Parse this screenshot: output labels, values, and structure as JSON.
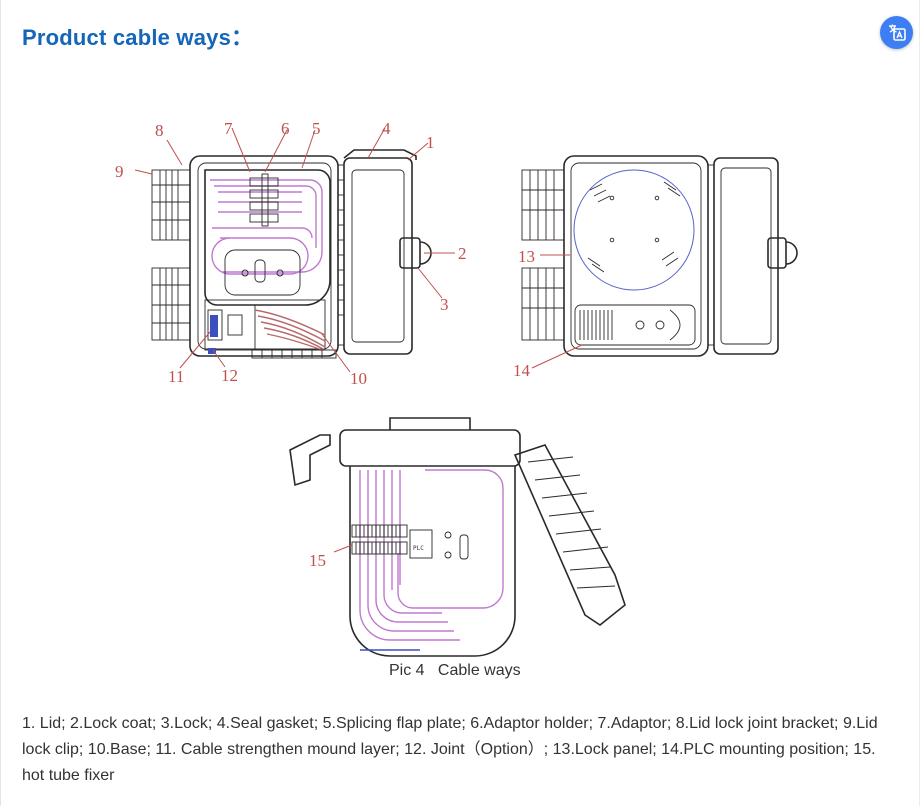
{
  "title": "Product cable ways：",
  "translate_button": {
    "icon": "translate-icon"
  },
  "figure": {
    "callouts": [
      "1",
      "2",
      "3",
      "4",
      "5",
      "6",
      "7",
      "8",
      "9",
      "10",
      "11",
      "12",
      "13",
      "14",
      "15"
    ],
    "plc_label": "PLC"
  },
  "caption": "Pic 4   Cable ways",
  "legend_text": "1.  Lid; 2.Lock coat; 3.Lock; 4.Seal gasket; 5.Splicing flap plate; 6.Adaptor holder; 7.Adaptor; 8.Lid lock joint bracket; 9.Lid lock clip; 10.Base; 11. Cable strengthen mound layer; 12. Joint（Option）; 13.Lock panel; 14.PLC mounting position; 15. hot tube fixer",
  "colors": {
    "title": "#1565b8",
    "callout": "#c0504d",
    "fiber": "#c07ad0",
    "button": "#3d7ef5"
  }
}
